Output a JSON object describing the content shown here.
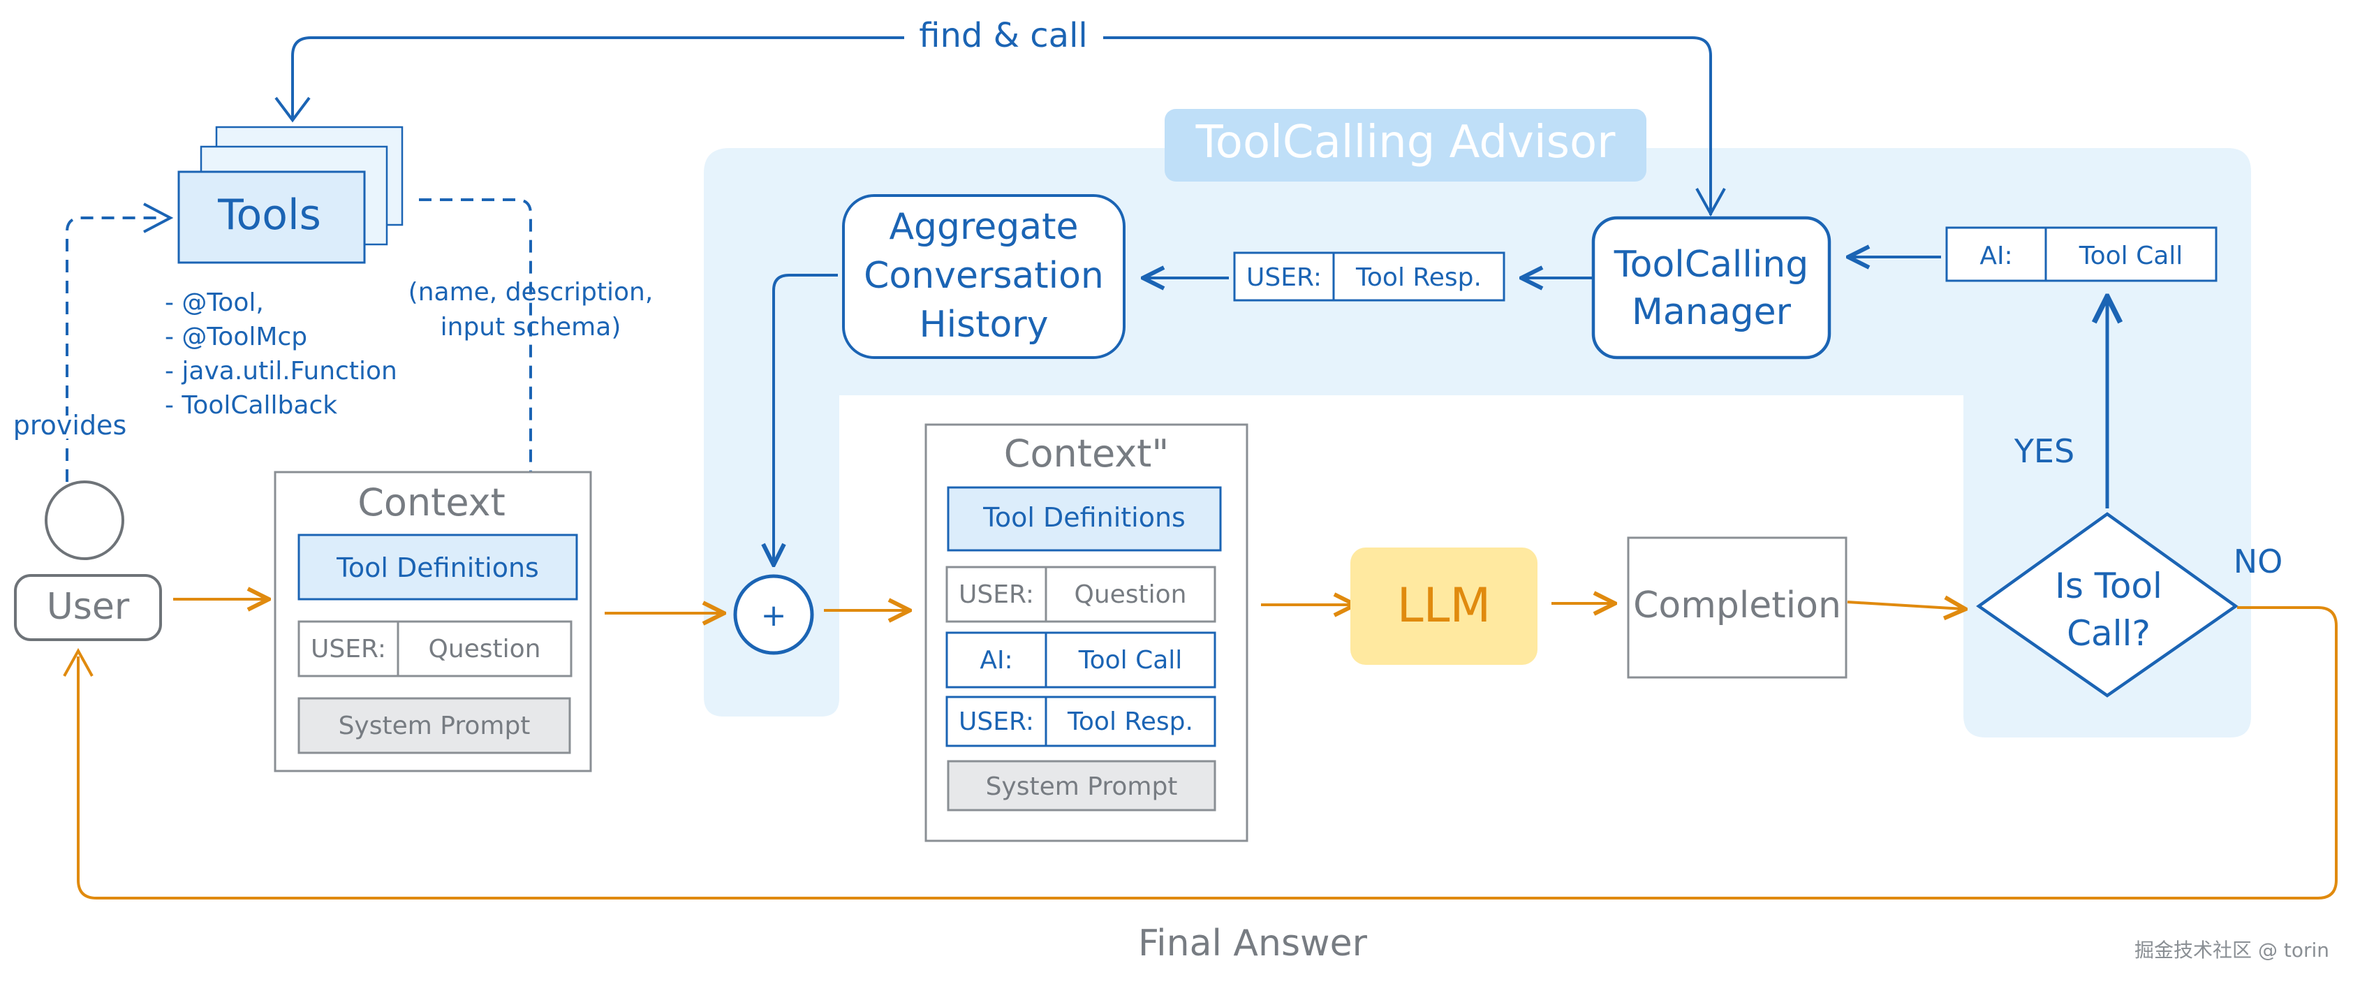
{
  "labels": {
    "find_call": "find & call",
    "advisor_title": "ToolCalling Advisor",
    "tools": "Tools",
    "tool_kinds": [
      "- @Tool,",
      "- @ToolMcp",
      "- java.util.Function",
      "- ToolCallback"
    ],
    "schema_note_line1": "(name, description,",
    "schema_note_line2": "input schema)",
    "provides": "provides",
    "user": "User",
    "aggregate_line1": "Aggregate",
    "aggregate_line2": "Conversation",
    "aggregate_line3": "History",
    "toolcalling_manager_line1": "ToolCalling",
    "toolcalling_manager_line2": "Manager",
    "llm": "LLM",
    "completion": "Completion",
    "is_tool_call_line1": "Is Tool",
    "is_tool_call_line2": "Call?",
    "yes": "YES",
    "no": "NO",
    "plus": "+",
    "final_answer": "Final Answer",
    "watermark": "掘金技术社区 @ torin"
  },
  "context_left": {
    "title": "Context",
    "tool_definitions": "Tool Definitions",
    "user_role": "USER:",
    "user_msg": "Question",
    "system_prompt": "System Prompt"
  },
  "context_right": {
    "title": "Context\"",
    "tool_definitions": "Tool Definitions",
    "user_role": "USER:",
    "user_msg": "Question",
    "ai_role": "AI:",
    "ai_msg": "Tool Call",
    "user2_role": "USER:",
    "user2_msg": "Tool Resp.",
    "system_prompt": "System Prompt"
  },
  "message_user_resp": {
    "role": "USER:",
    "text": "Tool Resp."
  },
  "message_ai_call": {
    "role": "AI:",
    "text": "Tool Call"
  },
  "colors": {
    "blue": "#1b64b4",
    "light_blue_bg": "#e6f3fc",
    "title_bg": "#bfdff8",
    "orange": "#e08a0e",
    "gray": "#777c82",
    "llm_yellow": "#ffe9a0"
  }
}
